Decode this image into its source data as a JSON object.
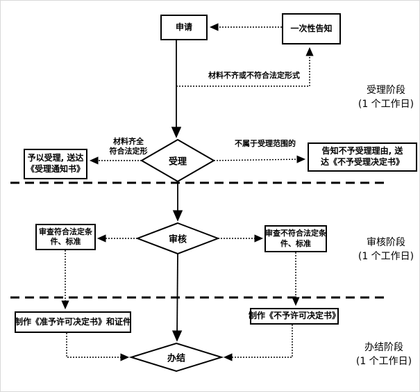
{
  "diagram": {
    "nodes": {
      "apply": "申请",
      "one_time_notice": "一次性告知",
      "accept": "受理",
      "review": "审核",
      "finish": "办结",
      "grant": {
        "line1": "予以受理, 送达",
        "line2": "《受理通知书》"
      },
      "not_accept": {
        "line1": "告知不予受理理由, 送",
        "line2": "达《不予受理决定书》"
      },
      "review_pass": {
        "line1": "审查符合法定条",
        "line2": "件、标准"
      },
      "review_fail": {
        "line1": "审查不符合法定条",
        "line2": "件、标准"
      },
      "make_permit": "制作《准予许可决定书》和证件",
      "make_denial": "制作《不予许可决定书》"
    },
    "edge_labels": {
      "materials_incomplete": "材料不齐或不符合法定形式",
      "materials_complete_line1": "材料齐全",
      "materials_complete_line2": "符合法定形",
      "out_of_scope": "不属于受理范围的"
    },
    "stages": {
      "accept": {
        "line1": "受理阶段",
        "line2": "(1 个工作日)"
      },
      "review": {
        "line1": "审核阶段",
        "line2": "(1 个工作日)"
      },
      "finish": {
        "line1": "办结阶段",
        "line2": "(1 个工作日)"
      }
    }
  }
}
